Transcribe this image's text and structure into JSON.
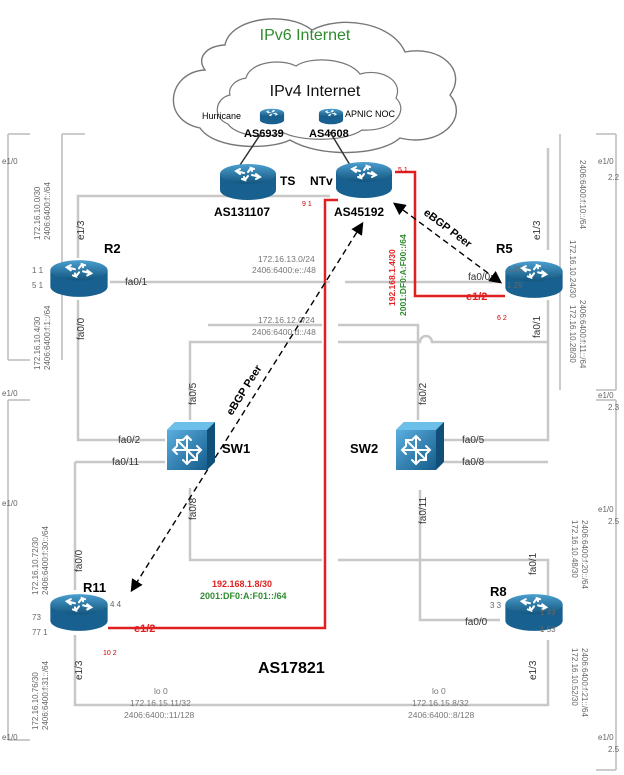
{
  "clouds": {
    "ipv6_internet": "IPv6 Internet",
    "ipv4_internet": "IPv4 Internet"
  },
  "providers": {
    "hurricane": "Hurricane",
    "apnic_noc": "APNIC NOC",
    "as6939": "AS6939",
    "as4608": "AS4608"
  },
  "devices": {
    "ts": {
      "name": "TS",
      "as": "AS131107"
    },
    "ntv": {
      "name": "NTv",
      "as": "AS45192",
      "port_a": "9 1",
      "port_b": "5 1"
    },
    "r2": {
      "name": "R2",
      "port_a": "1 1",
      "port_b": "5 1"
    },
    "r5": {
      "name": "R5",
      "port_a": "1 25",
      "port_b": "1 29",
      "port_c": "6 2"
    },
    "r11": {
      "name": "R11",
      "port_a": "4 4",
      "port_b": "73",
      "port_c": "77 1",
      "port_d": "10 2"
    },
    "r8": {
      "name": "R8",
      "port_a": "3 3",
      "port_b": "1 49",
      "port_c": "1 53"
    },
    "sw1": {
      "name": "SW1"
    },
    "sw2": {
      "name": "SW2"
    }
  },
  "links": {
    "ntv_r5_subnet_v4": "192.168.1.4/30",
    "ntv_r5_subnet_v6": "2001:DF0:A:F00::/64",
    "ntv_r11_subnet_v4": "192.168.1.8/30",
    "ntv_r11_subnet_v6": "2001:DF0:A:F01::/64",
    "ebgp_peer_top": "eBGP Peer",
    "ebgp_peer_diag": "eBGP Peer",
    "r2_r5_v4": "172.16.13.0/24",
    "r2_r5_v6": "2406:6400:e::/48",
    "sw_v4": "172.16.12.0/24",
    "sw_v6": "2406:6400:d::/48"
  },
  "left_edges": {
    "r2_top_v4": "172.16.10.0/30",
    "r2_top_v6": "2406:6400:f::/64",
    "r2_bottom_v4": "172.16.10.4/30",
    "r2_bottom_v6": "2406:6400:f:1::/64",
    "r11_top_v4": "172.16.10.72/30",
    "r11_top_v6": "2406:6400:f:30::/64",
    "r11_bottom_v4": "172.16.10.76/30",
    "r11_bottom_v6": "2406:6400:f:31::/64",
    "e10_top": "e1/0",
    "e10_mid": "e1/0",
    "e10_low": "e1/0",
    "e10_bottom": "e1/0"
  },
  "right_edges": {
    "r5_top_v4": "172.16.10.24/30",
    "r5_top_v6": "2406:6400:f:10::/64",
    "r5_bottom_v4": "172.16.10.28/30",
    "r5_bottom_v6": "2406:6400:f:11::/64",
    "r8_top_v4": "172.16.10.48/30",
    "r8_top_v6": "2406:6400:f:20::/64",
    "r8_bottom_v4": "172.16.10.52/30",
    "r8_bottom_v6": "2406:6400:f:21::/64",
    "e10_top": "e1/0",
    "e10_mid": "e1/0",
    "e10_low": "e1/0",
    "e10_bottom": "e1/0",
    "n22": "2.2",
    "n23": "2.3",
    "n25a": "2.5",
    "n25b": "2.5"
  },
  "ports": {
    "r2_e13": "e1/3",
    "r2_fa01": "fa0/1",
    "r2_fa00": "fa0/0",
    "r5_e13": "e1/3",
    "r5_fa00": "fa0/0",
    "r5_fa01": "fa0/1",
    "r5_e12": "e1/2",
    "sw1_fa05": "fa0/5",
    "sw1_fa02": "fa0/2",
    "sw1_fa011": "fa0/11",
    "sw1_fa08": "fa0/8",
    "sw2_fa02": "fa0/2",
    "sw2_fa05": "fa0/5",
    "sw2_fa08": "fa0/8",
    "sw2_fa011": "fa0/11",
    "r11_fa00": "fa0/0",
    "r11_e13": "e1/3",
    "r11_e12": "e1/2",
    "r8_fa01": "fa0/1",
    "r8_fa00": "fa0/0",
    "r8_e13": "e1/3"
  },
  "loopbacks": {
    "r11_lo": "lo 0",
    "r11_lo_v4": "172.16.15.11/32",
    "r11_lo_v6": "2406:6400::11/128",
    "r8_lo": "lo 0",
    "r8_lo_v4": "172.16.15.8/32",
    "r8_lo_v6": "2406:6400::8/128"
  },
  "as_label": "AS17821",
  "colors": {
    "router_blue": "#1f6fa0",
    "link_red": "#e02020",
    "cloud_green": "#2e8b2e",
    "link_gray": "#c8c8c8"
  }
}
